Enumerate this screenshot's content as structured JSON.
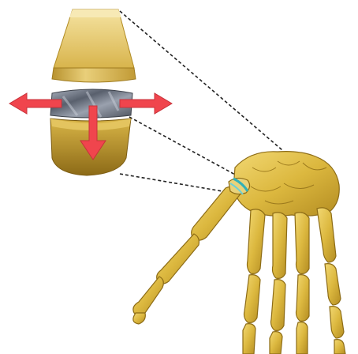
{
  "figure": {
    "components": {
      "upper_piece": "upper-implant-component",
      "spacer": "mobile-spacer",
      "lower_piece": "lower-implant-component",
      "hand": "hand-skeleton",
      "implant_site": "implant-site-highlight"
    },
    "arrows": [
      {
        "icon": "left-arrow-icon"
      },
      {
        "icon": "right-arrow-icon"
      },
      {
        "icon": "down-arrow-icon"
      }
    ],
    "colors": {
      "bone": "#e3c24a",
      "bone_dark": "#a7801a",
      "implant_light": "#f2dc8f",
      "implant_dark": "#b08a22",
      "spacer": "#6f7685",
      "arrow": "#f0454d",
      "site_ring": "#32b0b7",
      "dash": "#222222"
    }
  }
}
